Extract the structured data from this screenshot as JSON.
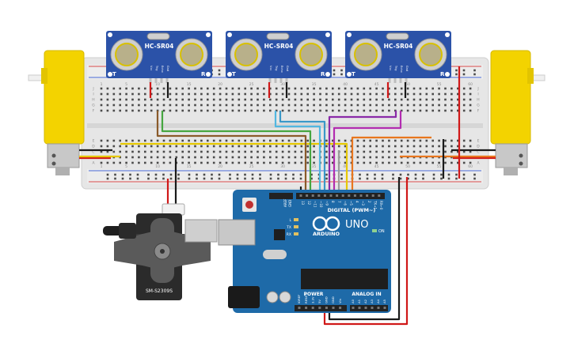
{
  "sensors": [
    {
      "model": "HC-SR04",
      "left_label": "T",
      "right_label": "R",
      "pins": [
        "Vcc",
        "Trig",
        "Echo",
        "Gnd"
      ]
    },
    {
      "model": "HC-SR04",
      "left_label": "T",
      "right_label": "R",
      "pins": [
        "Vcc",
        "Trig",
        "Echo",
        "Gnd"
      ]
    },
    {
      "model": "HC-SR04",
      "left_label": "T",
      "right_label": "R",
      "pins": [
        "Vcc",
        "Trig",
        "Echo",
        "Gnd"
      ]
    }
  ],
  "breadboard": {
    "column_numbers": [
      "1",
      "5",
      "10",
      "15",
      "20",
      "25",
      "30",
      "35",
      "40",
      "45",
      "50",
      "55",
      "60"
    ],
    "row_letters_top": [
      "J",
      "I",
      "H",
      "G",
      "F"
    ],
    "row_letters_bottom": [
      "E",
      "D",
      "C",
      "B",
      "A"
    ]
  },
  "servo": {
    "model": "SM-S2309S"
  },
  "arduino": {
    "brand": "ARDUINO",
    "model": "UNO",
    "digital_label": "DIGITAL (PWM~)",
    "power_label": "POWER",
    "analog_label": "ANALOG IN",
    "on_label": "ON",
    "led_labels": [
      "L",
      "TX",
      "RX"
    ],
    "aref_label": "AREF",
    "gnd_label": "GND",
    "digital_pins": [
      "13",
      "12",
      "~11",
      "~10",
      "~9",
      "8",
      "7",
      "~6",
      "~5",
      "4",
      "~3",
      "2",
      "TX→1",
      "RX←0"
    ],
    "power_pins": [
      "IOREF",
      "RESET",
      "3.3V",
      "5V",
      "GND",
      "GND",
      "Vin"
    ],
    "analog_pins": [
      "A0",
      "A1",
      "A2",
      "A3",
      "A4",
      "A5"
    ]
  },
  "colors": {
    "sensor_board": "#2b52a8",
    "arduino_board": "#1e6aa8",
    "breadboard": "#e4e4e4",
    "motor_body": "#f3d300",
    "wire_red": "#d01818",
    "wire_black": "#1a1a1a",
    "wire_green": "#46a640",
    "wire_brown": "#8a5a2a",
    "wire_cyan": "#52b7e0",
    "wire_blue": "#2a74c8",
    "wire_purple": "#8a2aa8",
    "wire_magenta": "#b22cb0",
    "wire_orange": "#e8761e",
    "wire_yellow": "#e6c800",
    "wire_gray": "#9a9a9a"
  }
}
